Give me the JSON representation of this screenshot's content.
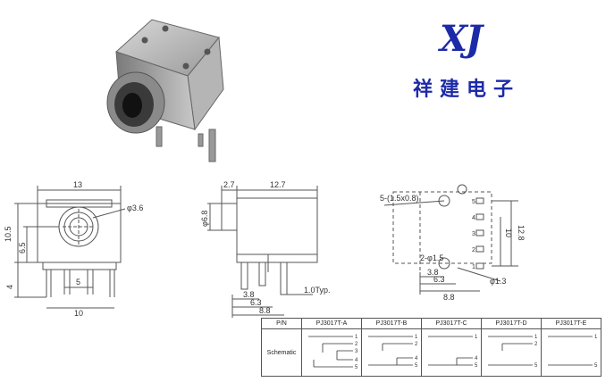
{
  "brand": {
    "logo": "XJ",
    "name": "祥建电子"
  },
  "front_view": {
    "dims": {
      "width": "13",
      "height_total": "10.5",
      "center_height": "6.5",
      "pin_height": "4",
      "pin_spacing": "5",
      "pin_span": "10",
      "hole_dia": "φ3.6"
    }
  },
  "side_view": {
    "dims": {
      "front": "2.7",
      "body": "12.7",
      "hole": "φ6.8",
      "p1": "3.8",
      "p2": "6.3",
      "p3": "8.8",
      "pin_thickness": "1.0Typ."
    }
  },
  "pcb_layout": {
    "dims": {
      "slots": "5-(1.5x0.8)",
      "hole_small": "2-φ1.5",
      "hole_large": "φ1.3",
      "height": "10",
      "height_total": "12.8",
      "x1": "3.8",
      "x2": "6.3",
      "x3": "8.8"
    }
  },
  "pn_table": {
    "pn_label": "P/N",
    "schematic_label": "Schematic",
    "parts": [
      "PJ3017T-A",
      "PJ3017T-B",
      "PJ3017T-C",
      "PJ3017T-D",
      "PJ3017T-E"
    ]
  }
}
